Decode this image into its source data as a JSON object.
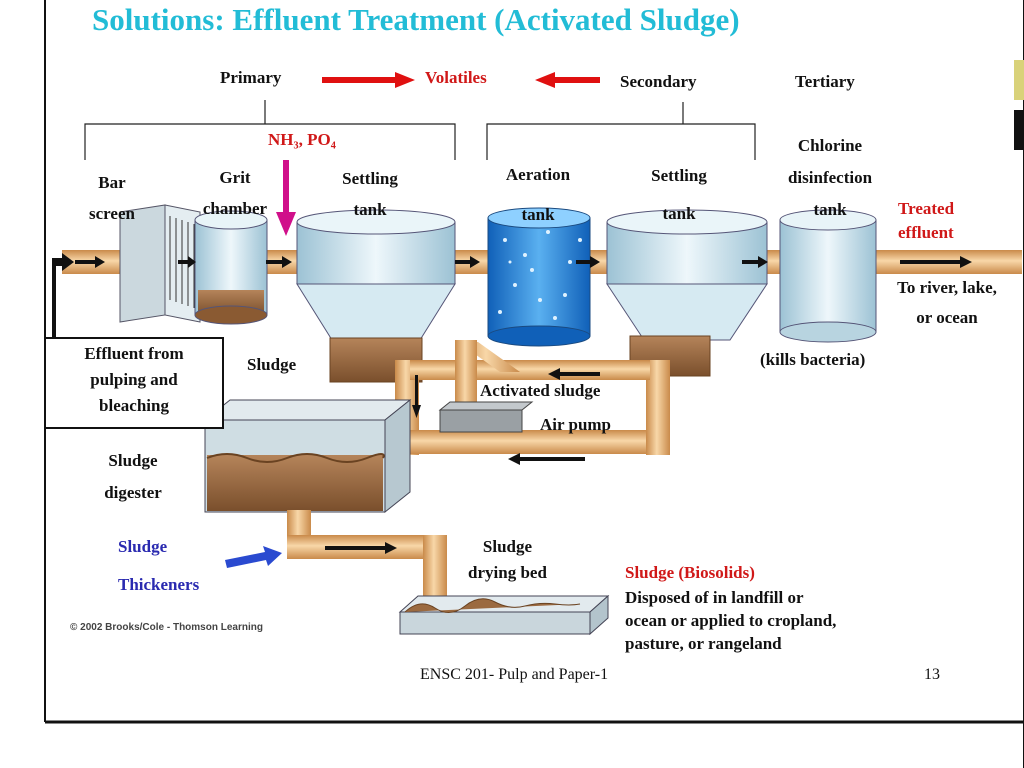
{
  "title": "Solutions: Effluent Treatment (Activated Sludge)",
  "stages": {
    "primary": "Primary",
    "secondary": "Secondary",
    "tertiary": "Tertiary"
  },
  "volatiles": "Volatiles",
  "nutrients": "NH₃, PO₄",
  "units": {
    "bar_screen": [
      "Bar",
      "screen"
    ],
    "grit_chamber": [
      "Grit",
      "chamber"
    ],
    "settling_tank_1": [
      "Settling",
      "tank"
    ],
    "aeration_tank": [
      "Aeration",
      "tank"
    ],
    "settling_tank_2": [
      "Settling",
      "tank"
    ],
    "chlorine_tank": [
      "Chlorine",
      "disinfection",
      "tank"
    ]
  },
  "treated_effluent": [
    "Treated",
    "effluent"
  ],
  "to_river": [
    "To river, lake,",
    "or ocean"
  ],
  "kills_bacteria": "(kills bacteria)",
  "influent_label": [
    "Effluent from",
    "pulping and",
    "bleaching"
  ],
  "sludge": "Sludge",
  "activated_sludge": "Activated sludge",
  "air_pump": "Air pump",
  "sludge_digester": [
    "Sludge",
    "digester"
  ],
  "sludge_thickeners": [
    "Sludge",
    "Thickeners"
  ],
  "sludge_drying_bed": [
    "Sludge",
    "drying bed"
  ],
  "biosolids": {
    "heading": "Sludge (Biosolids)",
    "lines": [
      "Disposed of in landfill or",
      "ocean or applied to cropland,",
      "pasture, or rangeland"
    ]
  },
  "copyright": "© 2002 Brooks/Cole - Thomson Learning",
  "footer": {
    "course": "ENSC 201- Pulp and Paper-1",
    "page_number": "13"
  },
  "colors": {
    "title": "#22bcd6",
    "pipe": "#f2c188",
    "tank": "#cfe6f0",
    "aeration_water": "#1f7fd6",
    "sludge": "#9b6a40",
    "red_text": "#d01818",
    "blue_text": "#2a2ab0",
    "red_arrow": "#e01010",
    "magenta_arrow": "#d0108a",
    "blue_arrow": "#2a4ad0"
  }
}
